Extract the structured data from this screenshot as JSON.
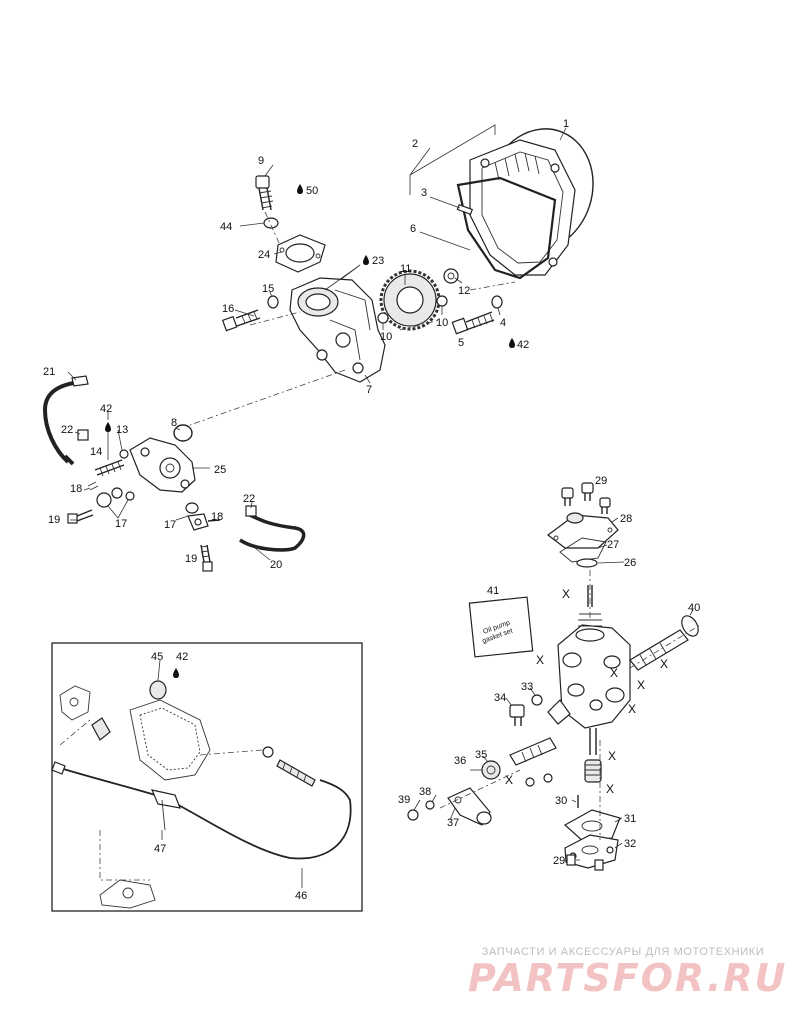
{
  "labels": {
    "l1": "1",
    "l2": "2",
    "l3": "3",
    "l4": "4",
    "l5": "5",
    "l6": "6",
    "l7": "7",
    "l8": "8",
    "l9": "9",
    "l10a": "10",
    "l10b": "10",
    "l11": "11",
    "l12": "12",
    "l13": "13",
    "l14": "14",
    "l15": "15",
    "l16": "16",
    "l17a": "17",
    "l17b": "17",
    "l18a": "18",
    "l18b": "18",
    "l19a": "19",
    "l19b": "19",
    "l20": "20",
    "l21": "21",
    "l22a": "22",
    "l22b": "22",
    "l23": "23",
    "l24": "24",
    "l25": "25",
    "l26": "26",
    "l27": "27",
    "l28": "28",
    "l29a": "29",
    "l29b": "29",
    "l30": "30",
    "l31": "31",
    "l32": "32",
    "l33": "33",
    "l34": "34",
    "l35": "35",
    "l36": "36",
    "l37": "37",
    "l38": "38",
    "l39": "39",
    "l40": "40",
    "l41": "41",
    "l42a": "42",
    "l42b": "42",
    "l42c": "42",
    "l44": "44",
    "l45": "45",
    "l46": "46",
    "l47": "47",
    "l50": "50",
    "x": "X"
  },
  "kit_card": {
    "line1": "Oil pump",
    "line2": "gasket set"
  },
  "watermark": {
    "top": "ЗАПЧАСТИ И АКСЕССУАРЫ ДЛЯ МОТОТЕХНИКИ",
    "logo": "PARTSFOR.RU"
  },
  "colors": {
    "line": "#222222",
    "watermark_logo": "#f3c2c2",
    "watermark_text": "#bdbdbd"
  }
}
